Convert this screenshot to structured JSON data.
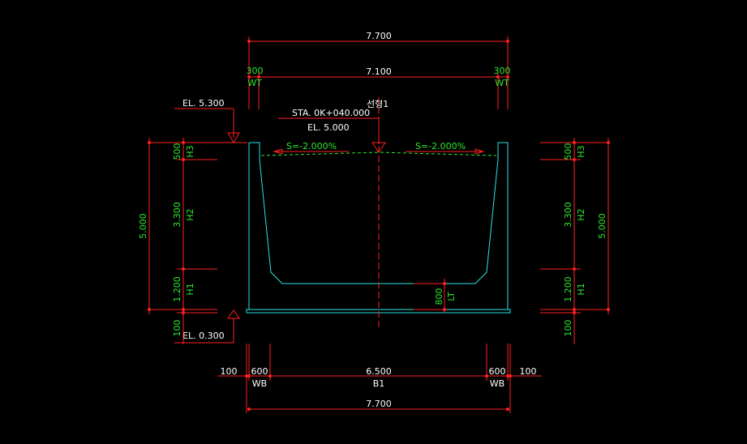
{
  "dimensions": {
    "top_overall": "7.700",
    "top_wt_left": "300",
    "top_inner": "7.100",
    "top_wt_right": "300",
    "wt_label": "WT",
    "bottom_left_ext": "100",
    "bottom_wb_left": "600",
    "bottom_b1": "6.500",
    "bottom_wb_right": "600",
    "bottom_right_ext": "100",
    "wb_label": "WB",
    "b1_label": "B1",
    "bottom_overall": "7.700",
    "left_h3": "500",
    "left_h2": "3.300",
    "left_h1": "1.200",
    "left_below": "100",
    "left_total": "5.000",
    "right_h3": "500",
    "right_h2": "3.300",
    "right_h1": "1.200",
    "right_below": "100",
    "right_total": "5.000",
    "h3_label": "H3",
    "h2_label": "H2",
    "h1_label": "H1",
    "lt_value": "800",
    "lt_label": "LT"
  },
  "annotations": {
    "el_top": "EL. 5.300",
    "el_bottom": "EL. 0.300",
    "station": "STA. 0K+040.000",
    "el_center": "EL. 5.000",
    "alignment": "선형1",
    "slope_left": "S=-2.000%",
    "slope_right": "S=-2.000%"
  },
  "colors": {
    "background": "#000000",
    "dimension": "#ff2020",
    "structure": "#28e6e6",
    "label_green": "#2ee82e",
    "label_white": "#ffffff"
  }
}
